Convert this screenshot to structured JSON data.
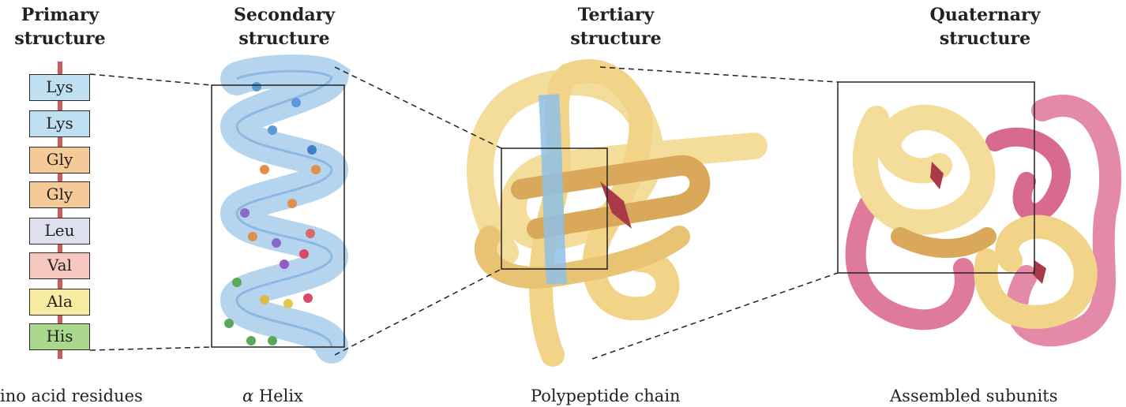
{
  "levels": [
    {
      "heading": [
        "Primary",
        "structure"
      ],
      "caption": "ino acid residues"
    },
    {
      "heading": [
        "Secondary",
        "structure"
      ],
      "caption": "α Helix"
    },
    {
      "heading": [
        "Tertiary",
        "structure"
      ],
      "caption": "Polypeptide chain"
    },
    {
      "heading": [
        "Quaternary",
        "structure"
      ],
      "caption": "Assembled subunits"
    }
  ],
  "residues": [
    {
      "label": "Lys",
      "color": "#bfe0f3"
    },
    {
      "label": "Lys",
      "color": "#bfe0f3"
    },
    {
      "label": "Gly",
      "color": "#f6c999"
    },
    {
      "label": "Gly",
      "color": "#f6c999"
    },
    {
      "label": "Leu",
      "color": "#dfe0ee"
    },
    {
      "label": "Val",
      "color": "#f6c8c0"
    },
    {
      "label": "Ala",
      "color": "#f8eca2"
    },
    {
      "label": "His",
      "color": "#a9d88c"
    }
  ],
  "colors": {
    "backbone": "#cf5a5a",
    "helix": "#9cc7ea",
    "ribbon_yellow": "#f4dc9a",
    "ribbon_tan": "#d9a85a",
    "ribbon_pink": "#e48aa8"
  }
}
